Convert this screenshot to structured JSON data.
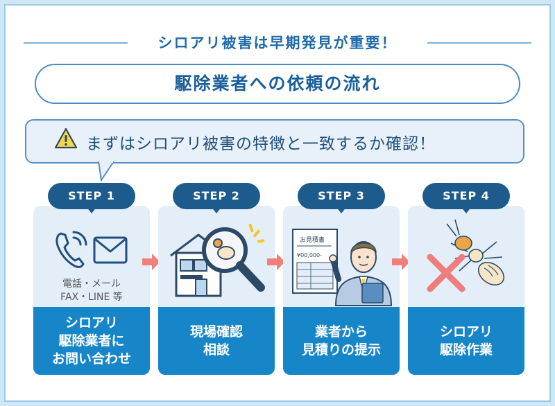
{
  "header": {
    "title": "シロアリ被害は早期発見が重要！",
    "subtitle": "駆除業者への依頼の流れ"
  },
  "notice": {
    "text": "まずはシロアリ被害の特徴と一致するか確認！",
    "icon": "warning-icon"
  },
  "steps": [
    {
      "badge": "STEP 1",
      "contact_line1": "電話・メール",
      "contact_line2": "FAX・LINE 等",
      "caption_lines": [
        "シロアリ",
        "駆除業者に",
        "お問い合わせ"
      ],
      "icons": [
        "phone-icon",
        "mail-icon"
      ]
    },
    {
      "badge": "STEP 2",
      "caption_lines": [
        "現場確認",
        "相談"
      ],
      "icons": [
        "house-icon",
        "magnifier-icon"
      ]
    },
    {
      "badge": "STEP 3",
      "document_title": "お見積書",
      "document_amount": "¥00,000-",
      "caption_lines": [
        "業者から",
        "見積りの提示"
      ],
      "icons": [
        "estimate-document-icon",
        "staff-person-icon"
      ]
    },
    {
      "badge": "STEP 4",
      "caption_lines": [
        "シロアリ",
        "駆除作業"
      ],
      "icons": [
        "termite-icon",
        "cross-mark-icon"
      ]
    }
  ],
  "colors": {
    "accent": "#1686c9",
    "badge": "#1c5b8c",
    "arrow": "#f0817a",
    "card": "#e3eef9",
    "outline": "#4a8cc4"
  }
}
